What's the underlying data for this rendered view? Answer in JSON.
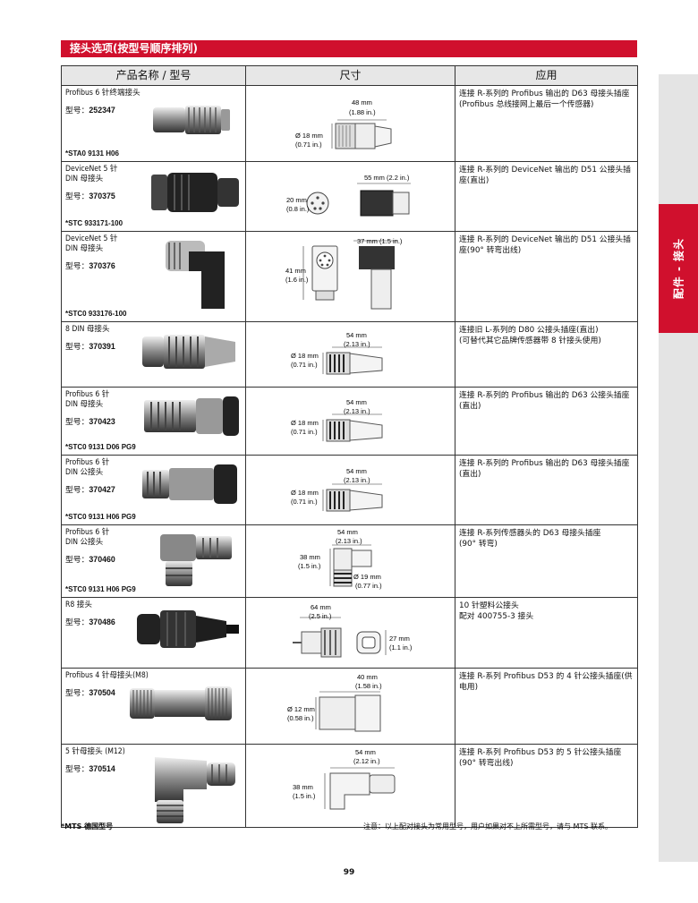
{
  "section": {
    "title": "接头选项(按型号顺序排列)"
  },
  "side_tab": {
    "label": "配件 - 接头"
  },
  "table": {
    "headers": [
      "产品名称 / 型号",
      "尺寸",
      "应用"
    ],
    "model_label": "型号：",
    "rows": [
      {
        "name": "Profibus 6 针终端接头",
        "model": "252347",
        "code": "*STA0 9131 H06",
        "dims": {
          "length": "48 mm",
          "length_in": "(1.88 in.)",
          "dia": "Ø 18 mm",
          "dia_in": "(0.71 in.)"
        },
        "application": "连接 R-系列的 Profibus 输出的 D63 母接头插座(Profibus 总线接网上最后一个传感器)"
      },
      {
        "name": "DeviceNet 5 针\nDIN 母接头",
        "model": "370375",
        "code": "*STC 933171-100",
        "dims": {
          "length": "55 mm (2.2 in.)",
          "dia": "20 mm",
          "dia_in": "(0.8 in.)"
        },
        "application": "连接 R-系列的 DeviceNet 输出的 D51 公接头插座(直出)"
      },
      {
        "name": "DeviceNet 5 针\nDIN 母接头",
        "model": "370376",
        "code": "*STC0 933176-100",
        "dims": {
          "length": "37 mm (1.5 in.)",
          "height": "41 mm",
          "height_in": "(1.6 in.)"
        },
        "application": "连接 R-系列的 DeviceNet 输出的 D51 公接头插座(90° 转弯出线)"
      },
      {
        "name": "8 DIN 母接头",
        "model": "370391",
        "code": "",
        "dims": {
          "length": "54 mm",
          "length_in": "(2.13 in.)",
          "dia": "Ø 18 mm",
          "dia_in": "(0.71 in.)"
        },
        "application": "连接旧 L-系列的 D80 公接头插座(直出)\n(可替代其它品牌传感器带 8 针接头使用)"
      },
      {
        "name": "Profibus 6 针\nDIN 母接头",
        "model": "370423",
        "code": "*STC0 9131 D06 PG9",
        "dims": {
          "length": "54 mm",
          "length_in": "(2.13 in.)",
          "dia": "Ø 18 mm",
          "dia_in": "(0.71 in.)"
        },
        "application": "连接 R-系列的 Profibus 输出的 D63 公接头插座(直出)"
      },
      {
        "name": "Profibus 6 针\nDIN 公接头",
        "model": "370427",
        "code": "*STC0 9131 H06 PG9",
        "dims": {
          "length": "54 mm",
          "length_in": "(2.13 in.)",
          "dia": "Ø 18 mm",
          "dia_in": "(0.71 in.)"
        },
        "application": "连接 R-系列的 Profibus 输出的 D63 母接头插座(直出)"
      },
      {
        "name": "Profibus 6 针\nDIN 公接头",
        "model": "370460",
        "code": "*STC0 9131 H06 PG9",
        "dims": {
          "length": "54 mm",
          "length_in": "(2.13 in.)",
          "height": "38 mm",
          "height_in": "(1.5 in.)",
          "dia": "Ø 19 mm",
          "dia_in": "(0.77 in.)"
        },
        "application": "连接 R-系列传感器头的 D63 母接头插座\n(90° 转弯)"
      },
      {
        "name": "R8 接头",
        "model": "370486",
        "code": "",
        "dims": {
          "length": "64 mm",
          "length_in": "(2.5 in.)",
          "dia": "27 mm",
          "dia_in": "(1.1 in.)"
        },
        "application": "10 针塑料公接头\n配对 400755-3 接头"
      },
      {
        "name": "Profibus 4 针母接头(M8)",
        "model": "370504",
        "code": "",
        "dims": {
          "length": "40 mm",
          "length_in": "(1.58 in.)",
          "dia": "Ø 12 mm",
          "dia_in": "(0.58 in.)"
        },
        "application": "连接 R-系列 Profibus D53 的 4 针公接头插座(供电用)"
      },
      {
        "name": "5 针母接头 (M12)",
        "model": "370514",
        "code": "",
        "dims": {
          "length": "54 mm",
          "length_in": "(2.12 in.)",
          "height": "38 mm",
          "height_in": "(1.5 in.)"
        },
        "application": "连接 R-系列 Profibus D53 的 5 针公接头插座\n(90° 转弯出线)"
      }
    ]
  },
  "footnote": "*MTS 德国型号",
  "note": "注意：以上配对接头为常用型号，用户如果对不上所需型号，请与 MTS 联系。",
  "page_number": "99"
}
